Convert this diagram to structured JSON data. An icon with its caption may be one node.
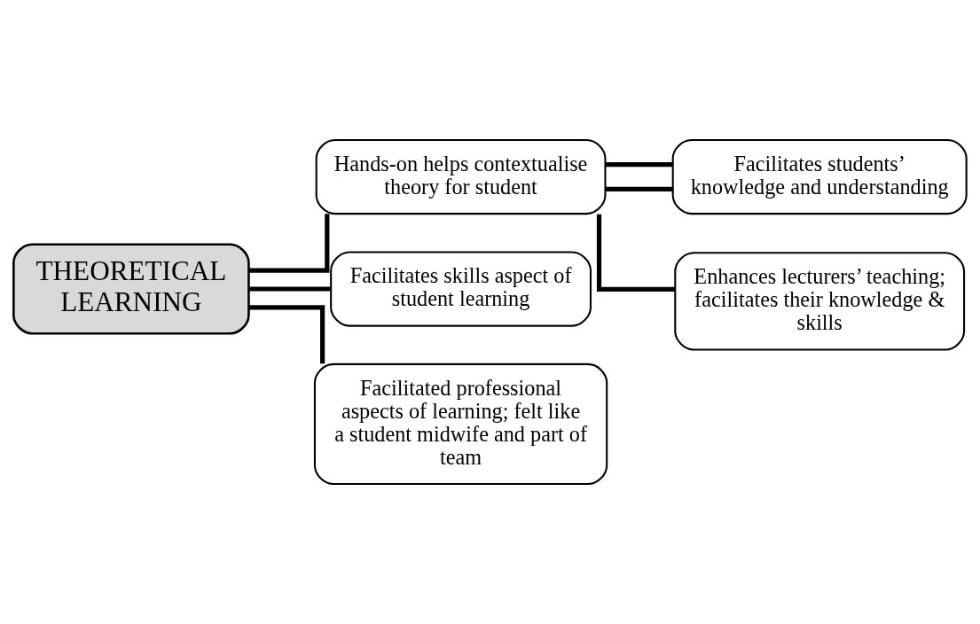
{
  "diagram": {
    "nodes": [
      {
        "text": [
          "THEORETICAL LEARNING"
        ]
      },
      {
        "text": [
          "Hands-on helps contextualise theory for student"
        ]
      },
      {
        "text": [
          "Facilitates students’ knowledge and understanding"
        ]
      },
      {
        "text": [
          "Enhances lecturers’ teaching; facilitates their knowledge & skills"
        ]
      },
      {
        "text": [
          "Facilitates skills aspect of student learning"
        ]
      },
      {
        "text": [
          "Facilitated professional aspects of learning; felt like a student midwife and part of team"
        ]
      }
    ],
    "edges": [
      {
        "from": 0,
        "to": 1,
        "arrow": "none"
      },
      {
        "from": 1,
        "to": 2,
        "arrow": "none"
      },
      {
        "from": 1,
        "to": 2,
        "arrow": "none"
      },
      {
        "from": 1,
        "to": 3,
        "arrow": "none"
      },
      {
        "from": 0,
        "to": 4,
        "arrow": "none"
      },
      {
        "from": 0,
        "to": 5,
        "arrow": "none"
      }
    ]
  }
}
